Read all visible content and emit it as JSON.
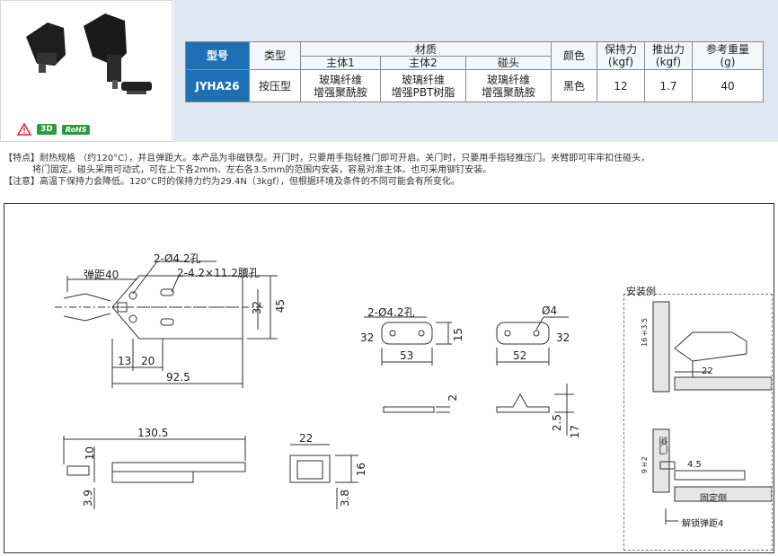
{
  "photo": {
    "alt_icon": "latch-photo"
  },
  "badges": {
    "warn_icon": "warning-triangle-icon",
    "three_d": "3D",
    "rohs": "RoHS"
  },
  "table": {
    "h_model": "型号",
    "h_type": "类型",
    "h_material": "材质",
    "h_main1": "主体1",
    "h_main2": "主体2",
    "h_strike": "碰头",
    "h_color": "颜色",
    "h_hold1": "保持力",
    "h_hold2": "(kgf)",
    "h_push1": "推出力",
    "h_push2": "(kgf)",
    "h_weight1": "参考重量",
    "h_weight2": "(g)",
    "row": {
      "model": "JYHA26",
      "type": "按压型",
      "main1_a": "玻璃纤维",
      "main1_b": "增强聚酰胺",
      "main2_a": "玻璃纤维",
      "main2_b": "增强PBT树脂",
      "strike_a": "玻璃纤维",
      "strike_b": "增强聚酰胺",
      "color": "黑色",
      "hold": "12",
      "push": "1.7",
      "weight": "40"
    }
  },
  "notes": {
    "line1": "【特点】耐热规格 （约120°C），并且弹距大。本产品为非磁铁型。开门时，只要用手指轻推门即可开启。关门时，只要用手指轻推压门。夹臂即可牢牢扣住碰头，",
    "line2": "将门固定。碰头采用可动式，可在上下各2mm、左右各3.5mm的范围内安装，容易对准主体。也可采用铆钉安装。",
    "line3": "【注意】高温下保持力会降低。120°C时的保持力约为29.4N（3kgf），但根据环境及条件的不同可能会有所变化。"
  },
  "drawing": {
    "main": {
      "hole_label": "2-Ø4.2孔",
      "slot_label": "2-4.2×11.2腰孔",
      "stroke_label": "弹距40",
      "dim_32": "32",
      "dim_45": "45",
      "dim_13": "13",
      "dim_20": "20",
      "dim_925": "92.5"
    },
    "strike_plan": {
      "hole_label": "2-Ø4.2孔",
      "dim_32": "32",
      "dim_53": "53",
      "dim_15": "15"
    },
    "strike_plan2": {
      "hole_label": "Ø4",
      "dim_32": "32",
      "dim_52": "52"
    },
    "strike_side": {
      "dim_2": "2"
    },
    "strike_side2": {
      "dim_25": "2.5",
      "dim_17": "17"
    },
    "side": {
      "dim_1305": "130.5",
      "dim_10": "10",
      "dim_39": "3.9"
    },
    "end": {
      "dim_22": "22",
      "dim_16": "16",
      "dim_38": "3.8"
    },
    "install": {
      "title": "安装例",
      "dim_16": "16±3.5",
      "dim_22": "22",
      "door_label": "门侧",
      "dim_9": "9±2",
      "dim_45": "4.5",
      "fixed_label": "固定侧",
      "release_label": "解锁弹距4"
    }
  }
}
